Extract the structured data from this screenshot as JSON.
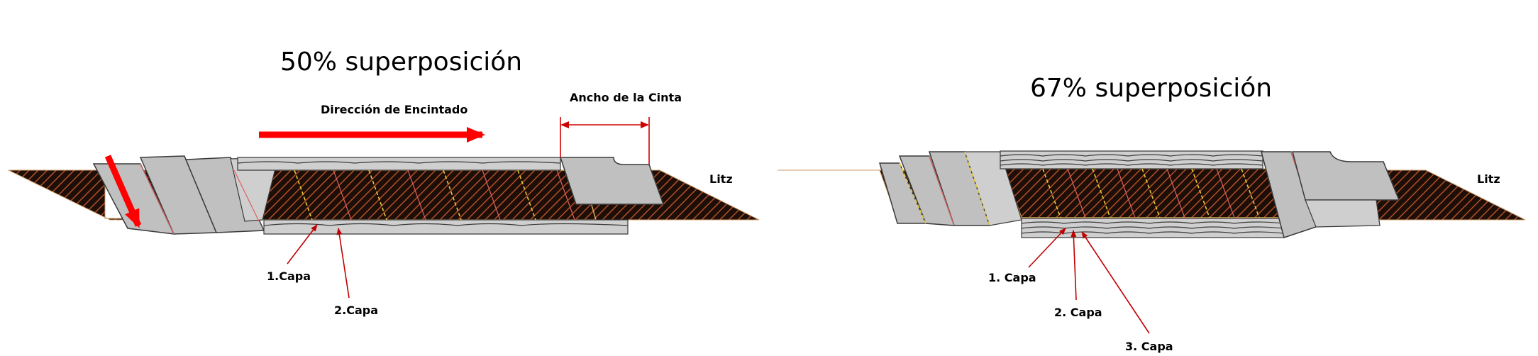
{
  "left_panel": {
    "title": "50% superposición",
    "direction_label": "Dirección de Encintado",
    "width_label": "Ancho de la Cinta",
    "litz_label": "Litz",
    "layer1_label": "1.Capa",
    "layer2_label": "2.Capa"
  },
  "right_panel": {
    "title": "67% superposición",
    "litz_label": "Litz",
    "layer1_label": "1. Capa",
    "layer2_label": "2. Capa",
    "layer3_label": "3. Capa"
  },
  "colors": {
    "litz_dark": "#1e0e08",
    "litz_stripe": "#b0502a",
    "tape_gray": "#c0c0c0",
    "arrow_red": "#ff0000",
    "seam_yellow": "#e8c838"
  }
}
